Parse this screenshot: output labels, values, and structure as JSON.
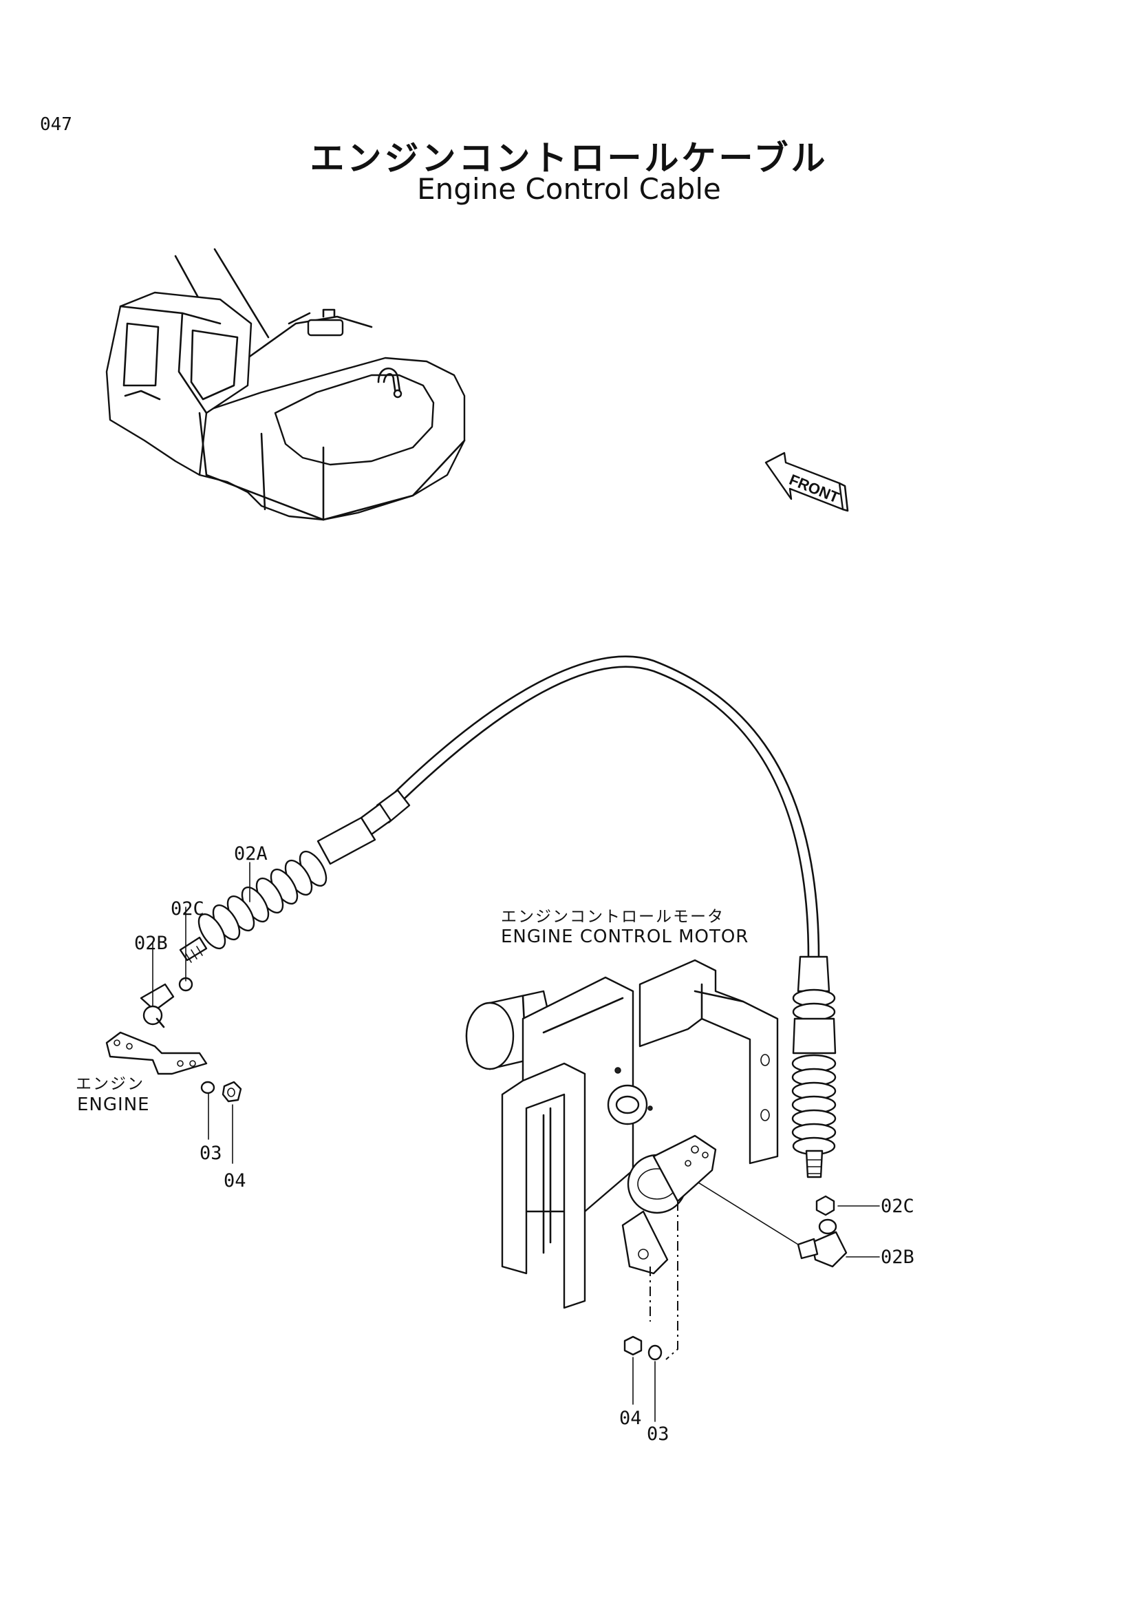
{
  "page_number": "047",
  "title_jp": "エンジンコントロールケーブル",
  "title_en": "Engine Control Cable",
  "front_arrow_label": "FRONT",
  "labels": {
    "engine_jp": "エンジン",
    "engine_en": "ENGINE",
    "motor_jp": "エンジンコントロールモータ",
    "motor_en": "ENGINE CONTROL MOTOR"
  },
  "callouts": {
    "left_02A": "02A",
    "left_02C": "02C",
    "left_02B": "02B",
    "left_03": "03",
    "left_04": "04",
    "right_02C": "02C",
    "right_02B": "02B",
    "bottom_04": "04",
    "bottom_03": "03"
  },
  "icons": [
    "excavator-overview-illustration",
    "front-direction-arrow",
    "control-cable",
    "rubber-boot",
    "ball-joint",
    "engine-lever",
    "lock-washer",
    "hex-nut",
    "engine-control-motor"
  ]
}
